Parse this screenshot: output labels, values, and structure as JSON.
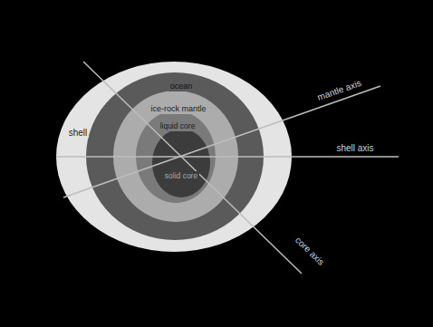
{
  "diagram": {
    "nodes": [
      {
        "text": [
          "shell"
        ]
      },
      {
        "text": [
          "ocean"
        ],
        "in": 0
      },
      {
        "text": [
          "ice-rock mantle"
        ],
        "in": 1
      },
      {
        "text": [
          "liquid core"
        ],
        "in": 2
      },
      {
        "text": [
          "solid core"
        ],
        "in": 3
      }
    ],
    "labels": [
      "mantle axis",
      "shell axis",
      "core axis"
    ]
  }
}
